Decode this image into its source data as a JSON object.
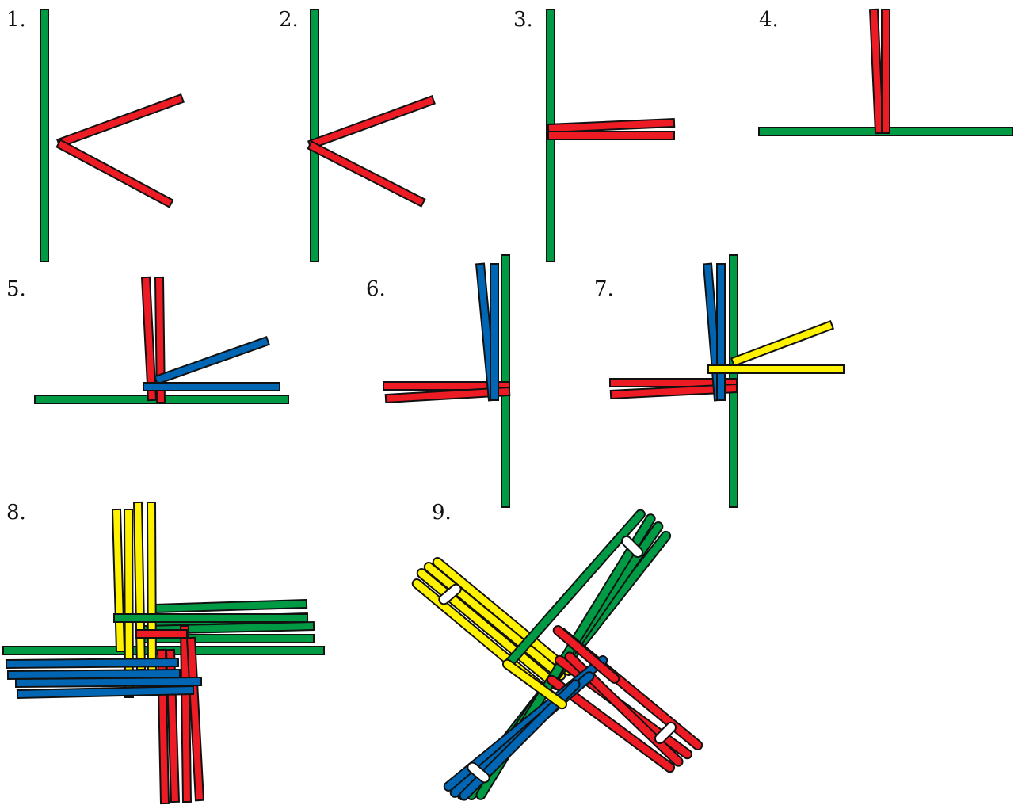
{
  "colors": {
    "green": "#009a44",
    "red": "#ed1c24",
    "blue": "#0066b3",
    "yellow": "#fff200",
    "outline": "#111111",
    "tie": "#ffffff"
  },
  "steps": [
    {
      "label": "1."
    },
    {
      "label": "2."
    },
    {
      "label": "3."
    },
    {
      "label": "4."
    },
    {
      "label": "5."
    },
    {
      "label": "6."
    },
    {
      "label": "7."
    },
    {
      "label": "8."
    },
    {
      "label": "9."
    }
  ]
}
